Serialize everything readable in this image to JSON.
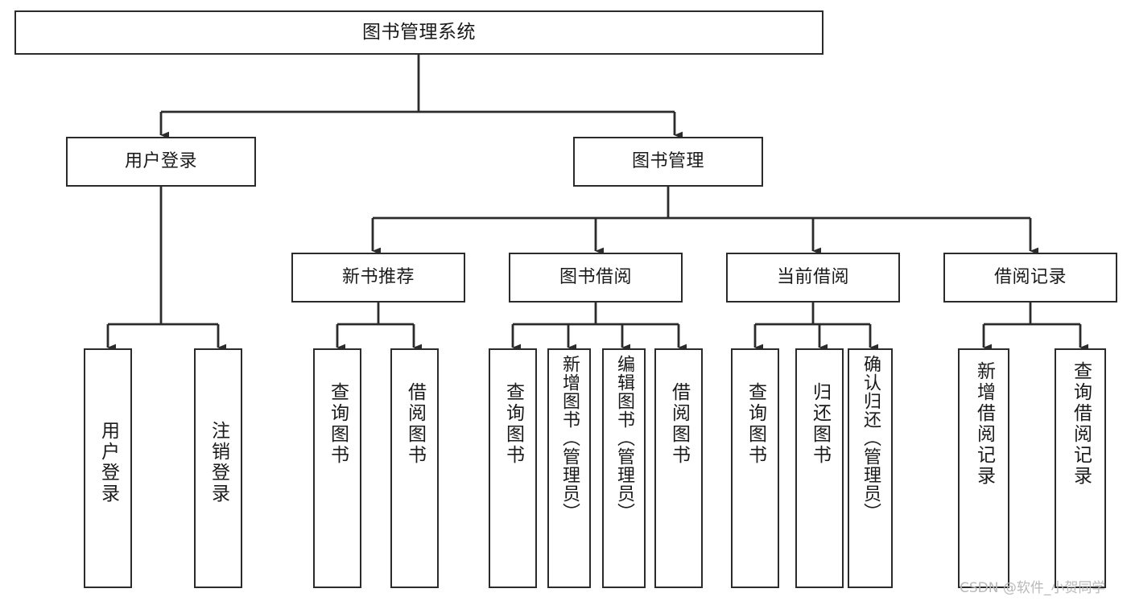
{
  "diagram": {
    "title": "图书管理系统",
    "type": "tree-hierarchy",
    "watermark": "CSDN @软件_小贺同学",
    "colors": {
      "border": "#2b2b2b",
      "edge": "#2b2b2b",
      "background": "#ffffff",
      "text": "#1a1a1a",
      "watermark": "#b9b9b9"
    },
    "nodes": {
      "root": {
        "label": "图书管理系统"
      },
      "level2": [
        {
          "id": "user-login",
          "label": "用户登录"
        },
        {
          "id": "book-manage",
          "label": "图书管理"
        }
      ],
      "level3": [
        {
          "id": "new-book-recommend",
          "label": "新书推荐"
        },
        {
          "id": "book-borrow",
          "label": "图书借阅"
        },
        {
          "id": "current-borrow",
          "label": "当前借阅"
        },
        {
          "id": "borrow-record",
          "label": "借阅记录"
        }
      ],
      "leaves": [
        {
          "id": "leaf-user-login",
          "label": "用户登录",
          "parent": "user-login"
        },
        {
          "id": "leaf-logout-login",
          "label": "注销登录",
          "parent": "user-login"
        },
        {
          "id": "leaf-query-book-1",
          "label": "查询图书",
          "parent": "new-book-recommend"
        },
        {
          "id": "leaf-borrow-book-1",
          "label": "借阅图书",
          "parent": "new-book-recommend"
        },
        {
          "id": "leaf-query-book-2",
          "label": "查询图书",
          "parent": "book-borrow"
        },
        {
          "id": "leaf-add-book",
          "label": "新增图书（管理员）",
          "parent": "book-borrow"
        },
        {
          "id": "leaf-edit-book",
          "label": "编辑图书（管理员）",
          "parent": "book-borrow"
        },
        {
          "id": "leaf-borrow-book-2",
          "label": "借阅图书",
          "parent": "book-borrow"
        },
        {
          "id": "leaf-query-book-3",
          "label": "查询图书",
          "parent": "current-borrow"
        },
        {
          "id": "leaf-return-book",
          "label": "归还图书",
          "parent": "current-borrow"
        },
        {
          "id": "leaf-confirm-return",
          "label": "确认归还（管理员）",
          "parent": "current-borrow"
        },
        {
          "id": "leaf-add-record",
          "label": "新增借阅记录",
          "parent": "borrow-record"
        },
        {
          "id": "leaf-query-record",
          "label": "查询借阅记录",
          "parent": "borrow-record"
        }
      ]
    }
  }
}
